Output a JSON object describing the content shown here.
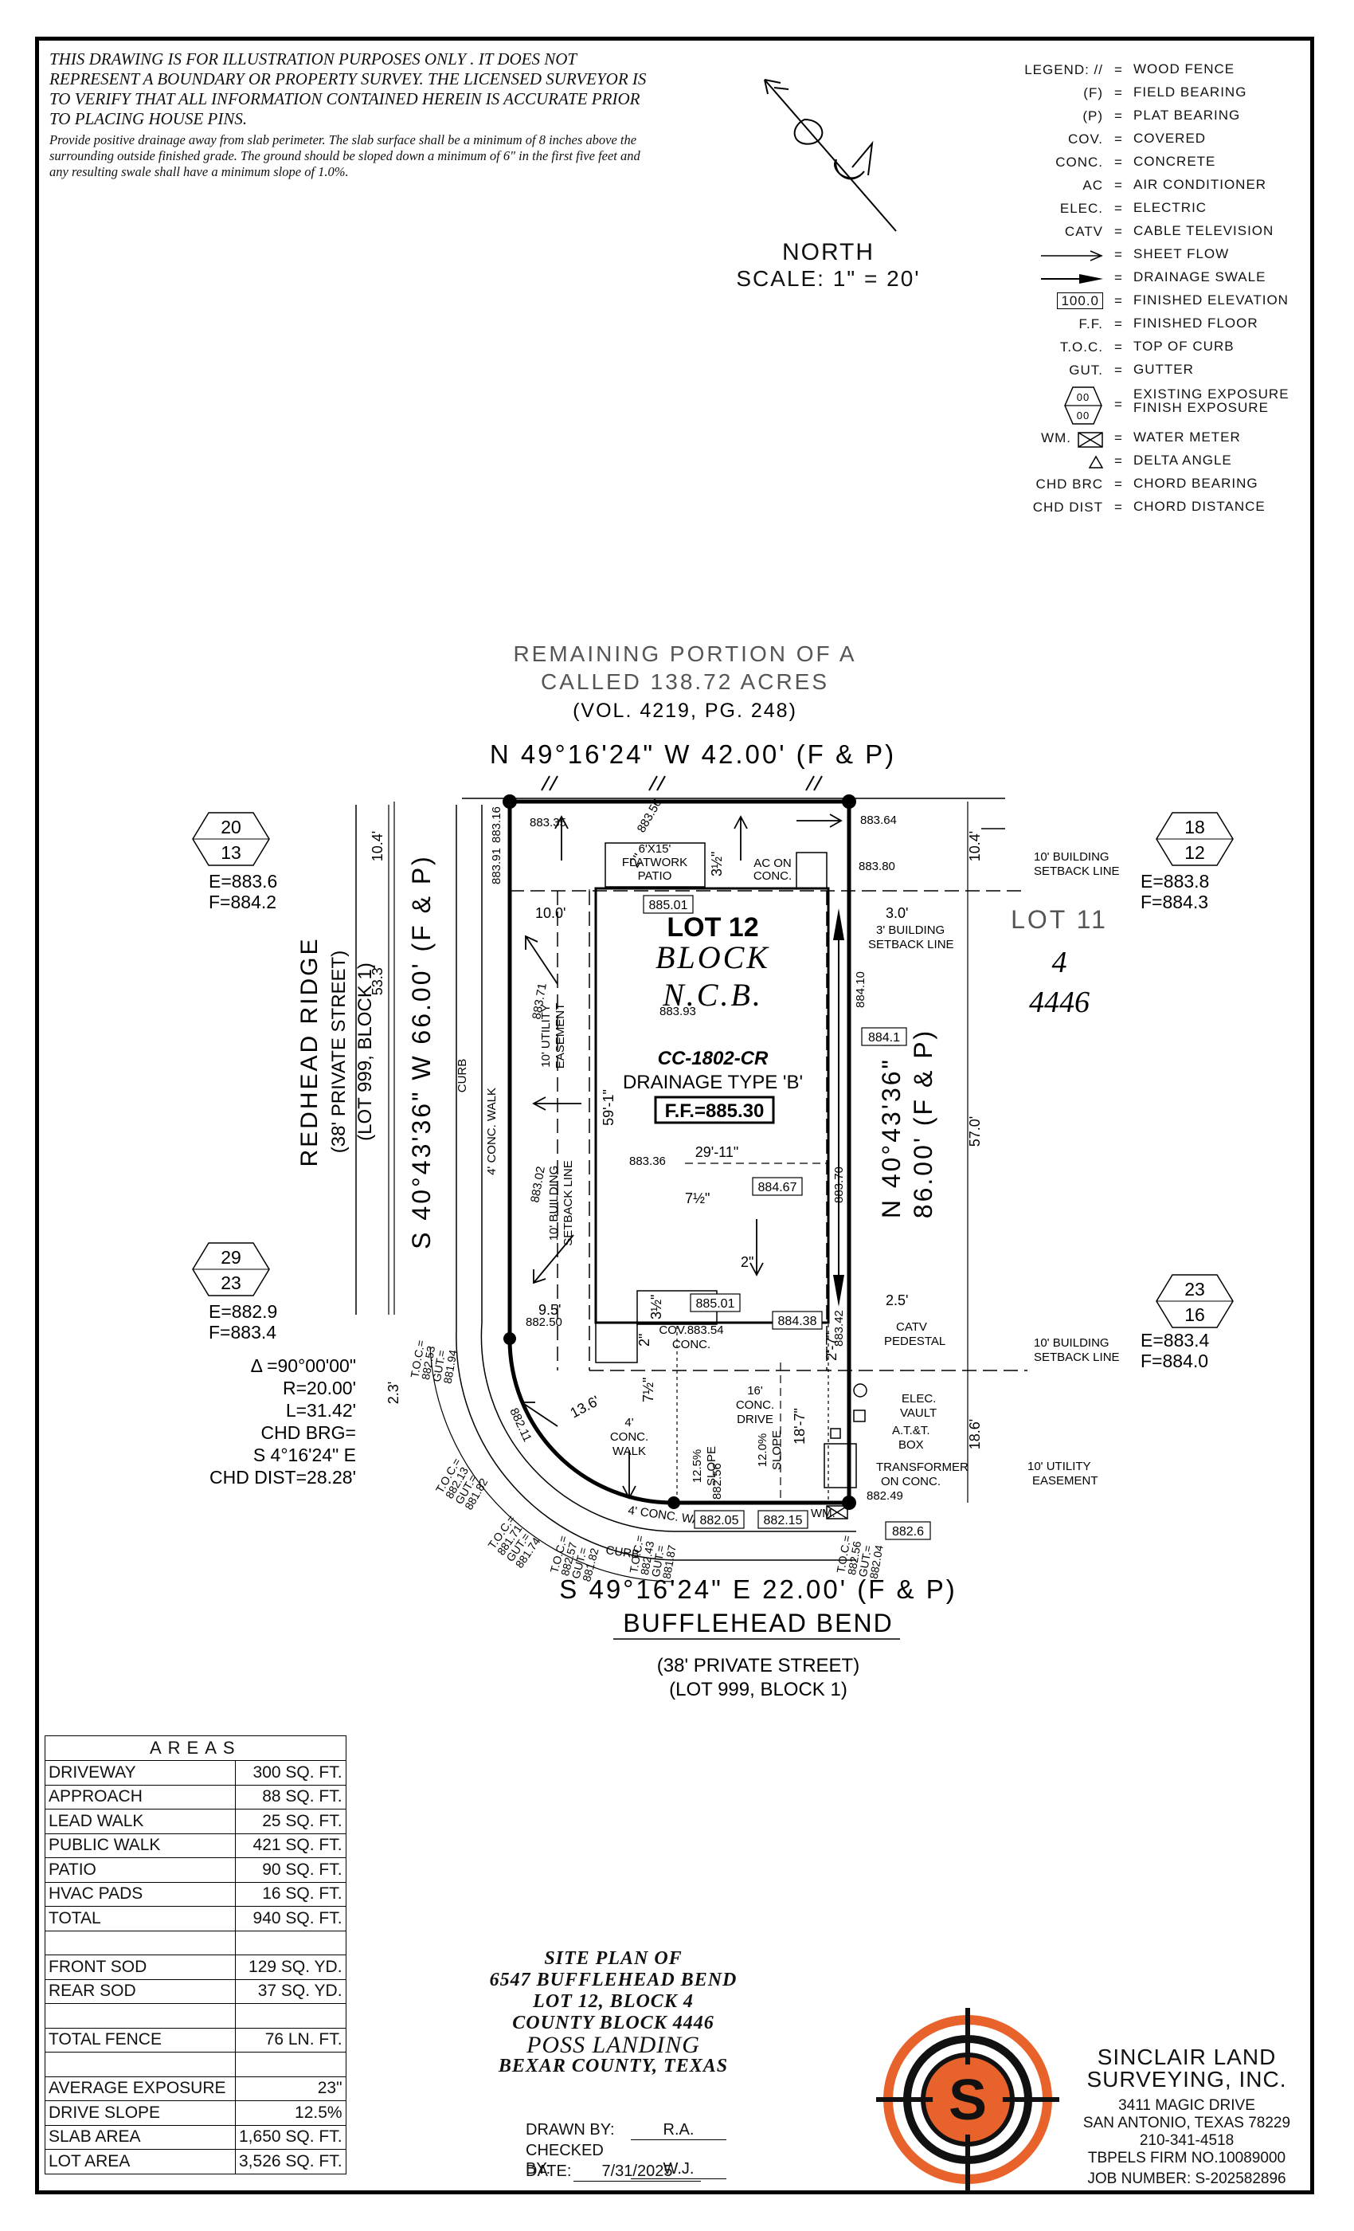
{
  "disclaimer": {
    "caps": "THIS DRAWING IS FOR ILLUSTRATION PURPOSES ONLY . IT DOES NOT REPRESENT A BOUNDARY OR PROPERTY SURVEY. THE LICENSED SURVEYOR IS TO VERIFY THAT ALL INFORMATION CONTAINED HEREIN IS ACCURATE PRIOR TO PLACING HOUSE PINS.",
    "drainage": "Provide positive drainage away from slab perimeter. The slab surface shall be a minimum of 8 inches above the surrounding outside finished grade. The ground should be sloped down a minimum of 6\" in the first five feet and any resulting swale shall have a minimum slope of 1.0%."
  },
  "north": {
    "label": "NORTH",
    "scale": "SCALE: 1\" = 20'"
  },
  "legend": [
    {
      "sym": "LEGEND: //",
      "def": "WOOD FENCE"
    },
    {
      "sym": "(F)",
      "def": "FIELD BEARING"
    },
    {
      "sym": "(P)",
      "def": "PLAT BEARING"
    },
    {
      "sym": "COV.",
      "def": "COVERED"
    },
    {
      "sym": "CONC.",
      "def": "CONCRETE"
    },
    {
      "sym": "AC",
      "def": "AIR CONDITIONER"
    },
    {
      "sym": "ELEC.",
      "def": "ELECTRIC"
    },
    {
      "sym": "CATV",
      "def": "CABLE TELEVISION"
    },
    {
      "sym": "",
      "def": "SHEET FLOW"
    },
    {
      "sym": "",
      "def": "DRAINAGE SWALE"
    },
    {
      "sym": "100.0",
      "def": "FINISHED ELEVATION"
    },
    {
      "sym": "F.F.",
      "def": "FINISHED FLOOR"
    },
    {
      "sym": "T.O.C.",
      "def": "TOP OF CURB"
    },
    {
      "sym": "GUT.",
      "def": "GUTTER"
    },
    {
      "sym": "00/00",
      "def": "EXISTING EXPOSURE FINISH EXPOSURE"
    },
    {
      "sym": "WM.",
      "def": "WATER METER"
    },
    {
      "sym": "",
      "def": "DELTA ANGLE"
    },
    {
      "sym": "CHD BRC",
      "def": "CHORD BEARING"
    },
    {
      "sym": "CHD DIST",
      "def": "CHORD DISTANCE"
    }
  ],
  "plan": {
    "remaining": [
      "REMAINING PORTION OF A",
      "CALLED 138.72 ACRES",
      "(VOL. 4219, PG. 248)"
    ],
    "north_line": "N 49°16'24\" W 42.00' (F & P)",
    "south_line": "S 49°16'24\" E 22.00' (F & P)",
    "street_south": [
      "BUFFLEHEAD BEND",
      "(38' PRIVATE STREET)",
      "(LOT 999, BLOCK 1)"
    ],
    "street_west": [
      "REDHEAD RIDGE",
      "(38' PRIVATE STREET)",
      "(LOT 999, BLOCK 1)"
    ],
    "west_line": "S 40°43'36\" W 66.00' (F & P)",
    "east_line": [
      "N 40°43'36\" E",
      "86.00' (F & P)"
    ],
    "lot": "LOT 12",
    "block_word": "BLOCK",
    "ncb_word": "N.C.B.",
    "plan_no": "CC-1802-CR",
    "drainage_type": "DRAINAGE TYPE 'B'",
    "ff": "F.F.=885.30",
    "lot11": [
      "LOT 11",
      "4",
      "4446"
    ],
    "curve": [
      "Δ =90°00'00\"",
      "R=20.00'",
      "L=31.42'",
      "CHD BRG=",
      "S 4°16'24\" E",
      "CHD DIST=28.28'"
    ],
    "hex": [
      {
        "top": "20",
        "bot": "13",
        "e": "E=883.6",
        "f": "F=884.2"
      },
      {
        "top": "18",
        "bot": "12",
        "e": "E=883.8",
        "f": "F=884.3"
      },
      {
        "top": "29",
        "bot": "23",
        "e": "E=882.9",
        "f": "F=883.4"
      },
      {
        "top": "23",
        "bot": "16",
        "e": "E=883.4",
        "f": "F=884.0"
      }
    ],
    "labels": {
      "patio": [
        "6'X15'",
        "FLATWORK",
        "PATIO"
      ],
      "ac": [
        "AC ON",
        "CONC."
      ],
      "setback_top": [
        "10' BUILDING",
        "SETBACK LINE"
      ],
      "setback_3": [
        "3' BUILDING",
        "SETBACK LINE"
      ],
      "setback_bot": [
        "10' BUILDING",
        "SETBACK LINE"
      ],
      "setback_west": [
        "10' BUILDING",
        "SETBACK LINE"
      ],
      "utility_west": [
        "10' UTILITY",
        "EASEMENT"
      ],
      "utility_east": [
        "10' UTILITY",
        "EASEMENT"
      ],
      "conc_walk_w": "4' CONC. WALK",
      "conc_walk_s": "4' CONC. WALK",
      "curb_w": "CURB",
      "curb_s": "CURB",
      "drive": [
        "16'",
        "CONC.",
        "DRIVE"
      ],
      "catv": [
        "CATV",
        "PEDESTAL"
      ],
      "elec": [
        "ELEC.",
        "VAULT"
      ],
      "att": [
        "A.T.&T.",
        "BOX"
      ],
      "transformer": [
        "TRANSFORMER",
        "ON CONC."
      ],
      "cov": [
        "COV.883.54",
        "CONC."
      ],
      "conc_walk_lead": [
        "4'",
        "CONC.",
        "WALK"
      ],
      "slope1": [
        "12.5%",
        "SLOPE"
      ],
      "slope2": [
        "12.0%",
        "SLOPE"
      ],
      "wm": "WM.",
      "d_10_4a": "10.4'",
      "d_10_4b": "10.4'",
      "d_53_3": "53.3'",
      "d_57": "57.0'",
      "d_18_6": "18.6'",
      "d_10": "10.0'",
      "d_3": "3.0'",
      "d_2_5": "2.5'",
      "d_9_5": "9.5'",
      "d_13_6": "13.6'",
      "d_2_3": "2.3'",
      "d_59_1": "59'-1\"",
      "d_29_11": "29'-11\"",
      "d_18_7": "18'-7\"",
      "d_2": "2\"",
      "d_3_5": "3½\"",
      "d_3_5b": "3½\"",
      "d_7_5": "7½\"",
      "d_7_5b": "7½\"",
      "d_2b": "2\"",
      "d_2c": "2\"",
      "d_2_7": "2'-7\""
    },
    "elev_boxes": [
      "885.01",
      "884.1",
      "884.67",
      "885.01",
      "884.38",
      "882.05",
      "882.15",
      "882.6"
    ],
    "elev_plain": [
      "883.35",
      "883.64",
      "883.80",
      "883.16",
      "883.91",
      "883.71",
      "883.93",
      "883.36",
      "883.02",
      "883.70",
      "884.10",
      "882.50",
      "883.42",
      "882.11",
      "882.56",
      "882.49",
      "883.56"
    ],
    "toc_groups": [
      [
        "T.O.C.=",
        "882.53",
        "GUT.=",
        "881.94"
      ],
      [
        "T.O.C.=",
        "882.13",
        "GUT.=",
        "881.82"
      ],
      [
        "T.O.C.=",
        "881.71",
        "GUT.=",
        "881.74"
      ],
      [
        "T.O.C.=",
        "882.57",
        "GUT.=",
        "881.82"
      ],
      [
        "T.O.C.=",
        "882.43",
        "GUT.=",
        "881.87"
      ],
      [
        "T.O.C.=",
        "882.56",
        "GUT.=",
        "882.04"
      ]
    ]
  },
  "areas": {
    "title": "AREAS",
    "rows": [
      {
        "label": "DRIVEWAY",
        "value": "300 SQ. FT."
      },
      {
        "label": "APPROACH",
        "value": "88 SQ. FT."
      },
      {
        "label": "LEAD WALK",
        "value": "25 SQ. FT."
      },
      {
        "label": "PUBLIC WALK",
        "value": "421 SQ. FT."
      },
      {
        "label": "PATIO",
        "value": "90 SQ. FT."
      },
      {
        "label": "HVAC PADS",
        "value": "16 SQ. FT."
      },
      {
        "label": "TOTAL",
        "value": "940 SQ. FT."
      },
      {
        "label": "",
        "value": ""
      },
      {
        "label": "FRONT SOD",
        "value": "129 SQ. YD."
      },
      {
        "label": "REAR SOD",
        "value": "37 SQ. YD."
      },
      {
        "label": "",
        "value": ""
      },
      {
        "label": "TOTAL FENCE",
        "value": "76 LN. FT."
      },
      {
        "label": "",
        "value": ""
      },
      {
        "label": "AVERAGE EXPOSURE",
        "value": "23\""
      },
      {
        "label": "DRIVE SLOPE",
        "value": "12.5%"
      },
      {
        "label": "SLAB AREA",
        "value": "1,650 SQ. FT."
      },
      {
        "label": "LOT AREA",
        "value": "3,526 SQ. FT."
      }
    ]
  },
  "title_block": {
    "l1": "SITE PLAN OF",
    "l2": "6547 BUFFLEHEAD BEND",
    "l3": "LOT 12, BLOCK 4",
    "l4": "COUNTY BLOCK 4446",
    "l5": "POSS LANDING",
    "l6": "BEXAR COUNTY, TEXAS"
  },
  "signoff": {
    "drawn_label": "DRAWN BY:",
    "drawn": "R.A.",
    "checked_label": "CHECKED BY:",
    "checked": "W.J.",
    "date_label": "DATE:",
    "date": "7/31/2025"
  },
  "company": {
    "name1": "SINCLAIR LAND",
    "name2": "SURVEYING, INC.",
    "addr1": "3411 MAGIC DRIVE",
    "addr2": "SAN ANTONIO, TEXAS 78229",
    "phone": "210-341-4518",
    "firm": "TBPELS FIRM NO.10089000",
    "job": "JOB NUMBER: S-202582896",
    "logo_letter": "S",
    "colors": {
      "logo_orange": "#E8632B",
      "logo_black": "#111111"
    }
  }
}
